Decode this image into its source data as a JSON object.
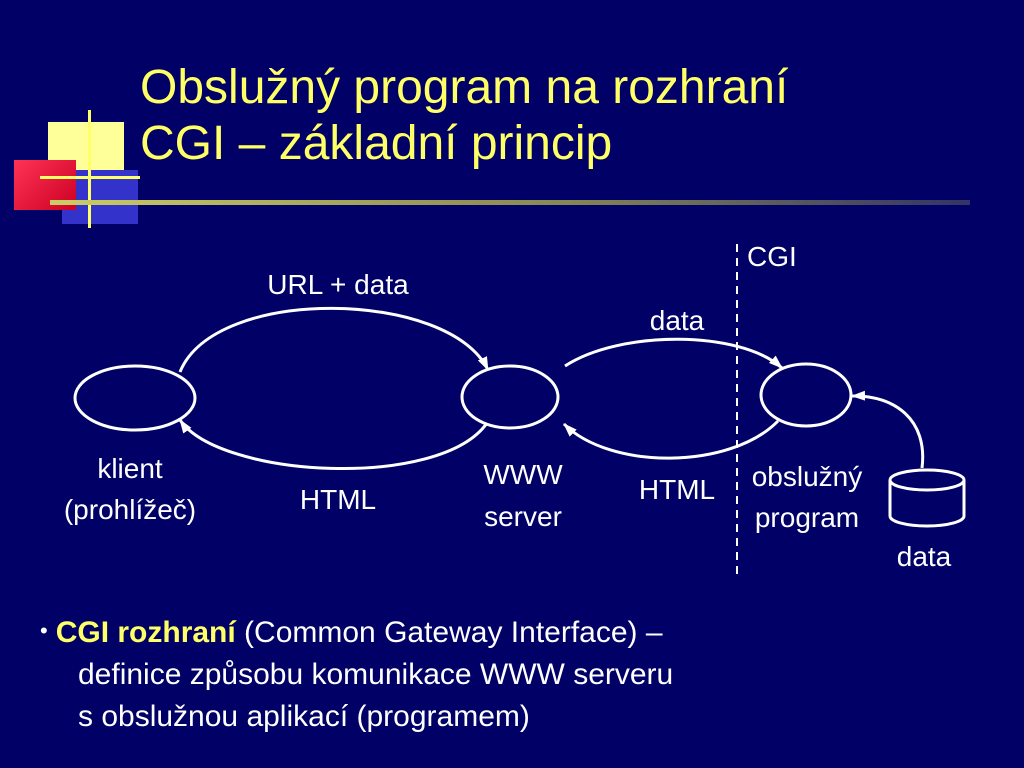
{
  "slide": {
    "title_lines": [
      "Obslužný program na rozhraní",
      "CGI – základní princip"
    ],
    "colors": {
      "background": "#000066",
      "title": "#ffff66",
      "text": "#ffffff",
      "highlight": "#ffff66",
      "deco_yellow": "#ffff99",
      "deco_red": "#ee0033",
      "deco_blue": "#3333cc"
    }
  },
  "diagram": {
    "cgi_label": "CGI",
    "nodes": {
      "client": [
        "klient",
        "(prohlížeč)"
      ],
      "server": [
        "WWW",
        "server"
      ],
      "program": [
        "obslužný",
        "program"
      ],
      "database": [
        "data"
      ]
    },
    "arrows": {
      "client_to_server": "URL + data",
      "server_to_client": "HTML",
      "server_to_program": "data",
      "program_to_server": "HTML"
    }
  },
  "bullet": {
    "marker": "•",
    "term": "CGI rozhraní",
    "line1_rest": " (Common Gateway Interface) –",
    "line2": "definice způsobu komunikace WWW serveru",
    "line3": "s obslužnou aplikací (programem)"
  }
}
